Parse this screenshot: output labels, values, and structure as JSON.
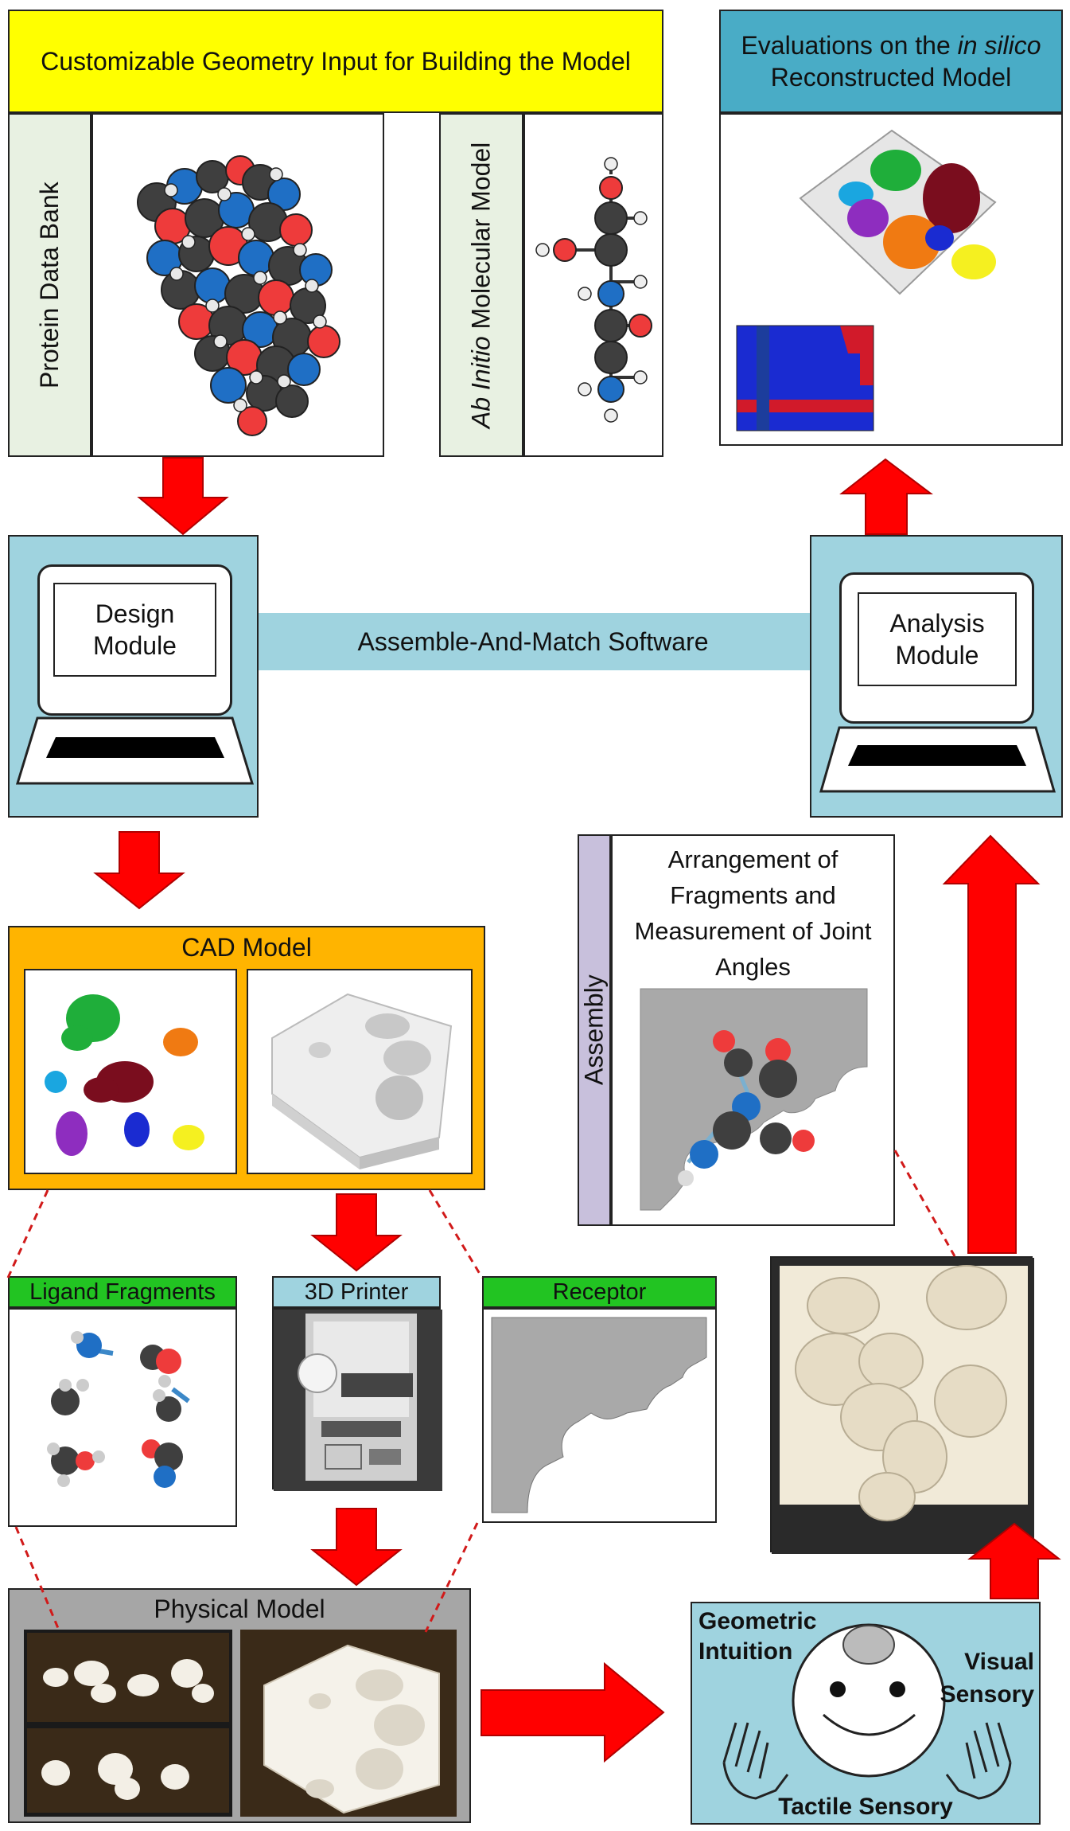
{
  "geometry_input": {
    "header": "Customizable Geometry Input for Building the Model",
    "pdb_label": "Protein Data Bank",
    "abinitio_label_italic": "Ab Initio",
    "abinitio_label_rest": " Molecular Model"
  },
  "evaluations": {
    "header_line1": "Evaluations on the ",
    "header_italic": "in silico",
    "header_line2": "Reconstructed Model"
  },
  "software": {
    "design_module_line1": "Design",
    "design_module_line2": "Module",
    "label": "Assemble-And-Match Software",
    "analysis_module_line1": "Analysis",
    "analysis_module_line2": "Module"
  },
  "cad": {
    "header": "CAD Model"
  },
  "assembly": {
    "side_label": "Assembly",
    "title": "Arrangement of Fragments and Measurement of Joint Angles"
  },
  "ligand": {
    "header": "Ligand Fragments"
  },
  "printer": {
    "header": "3D Printer"
  },
  "receptor": {
    "header": "Receptor"
  },
  "physical": {
    "header": "Physical Model"
  },
  "human": {
    "geometric_line1": "Geometric",
    "geometric_line2": "Intuition",
    "visual_line1": "Visual",
    "visual_line2": "Sensory",
    "tactile": "Tactile Sensory"
  },
  "colors": {
    "yellow": "#ffff00",
    "teal": "#49acc6",
    "lightblue": "#9fd3df",
    "orange": "#ffb400",
    "green": "#22c422",
    "skyblue": "#9fd3df",
    "gray": "#a6a6a6",
    "lavender": "#c8c0dc",
    "paleGreen": "#e8f1e2",
    "arrow": "#ff0000"
  }
}
